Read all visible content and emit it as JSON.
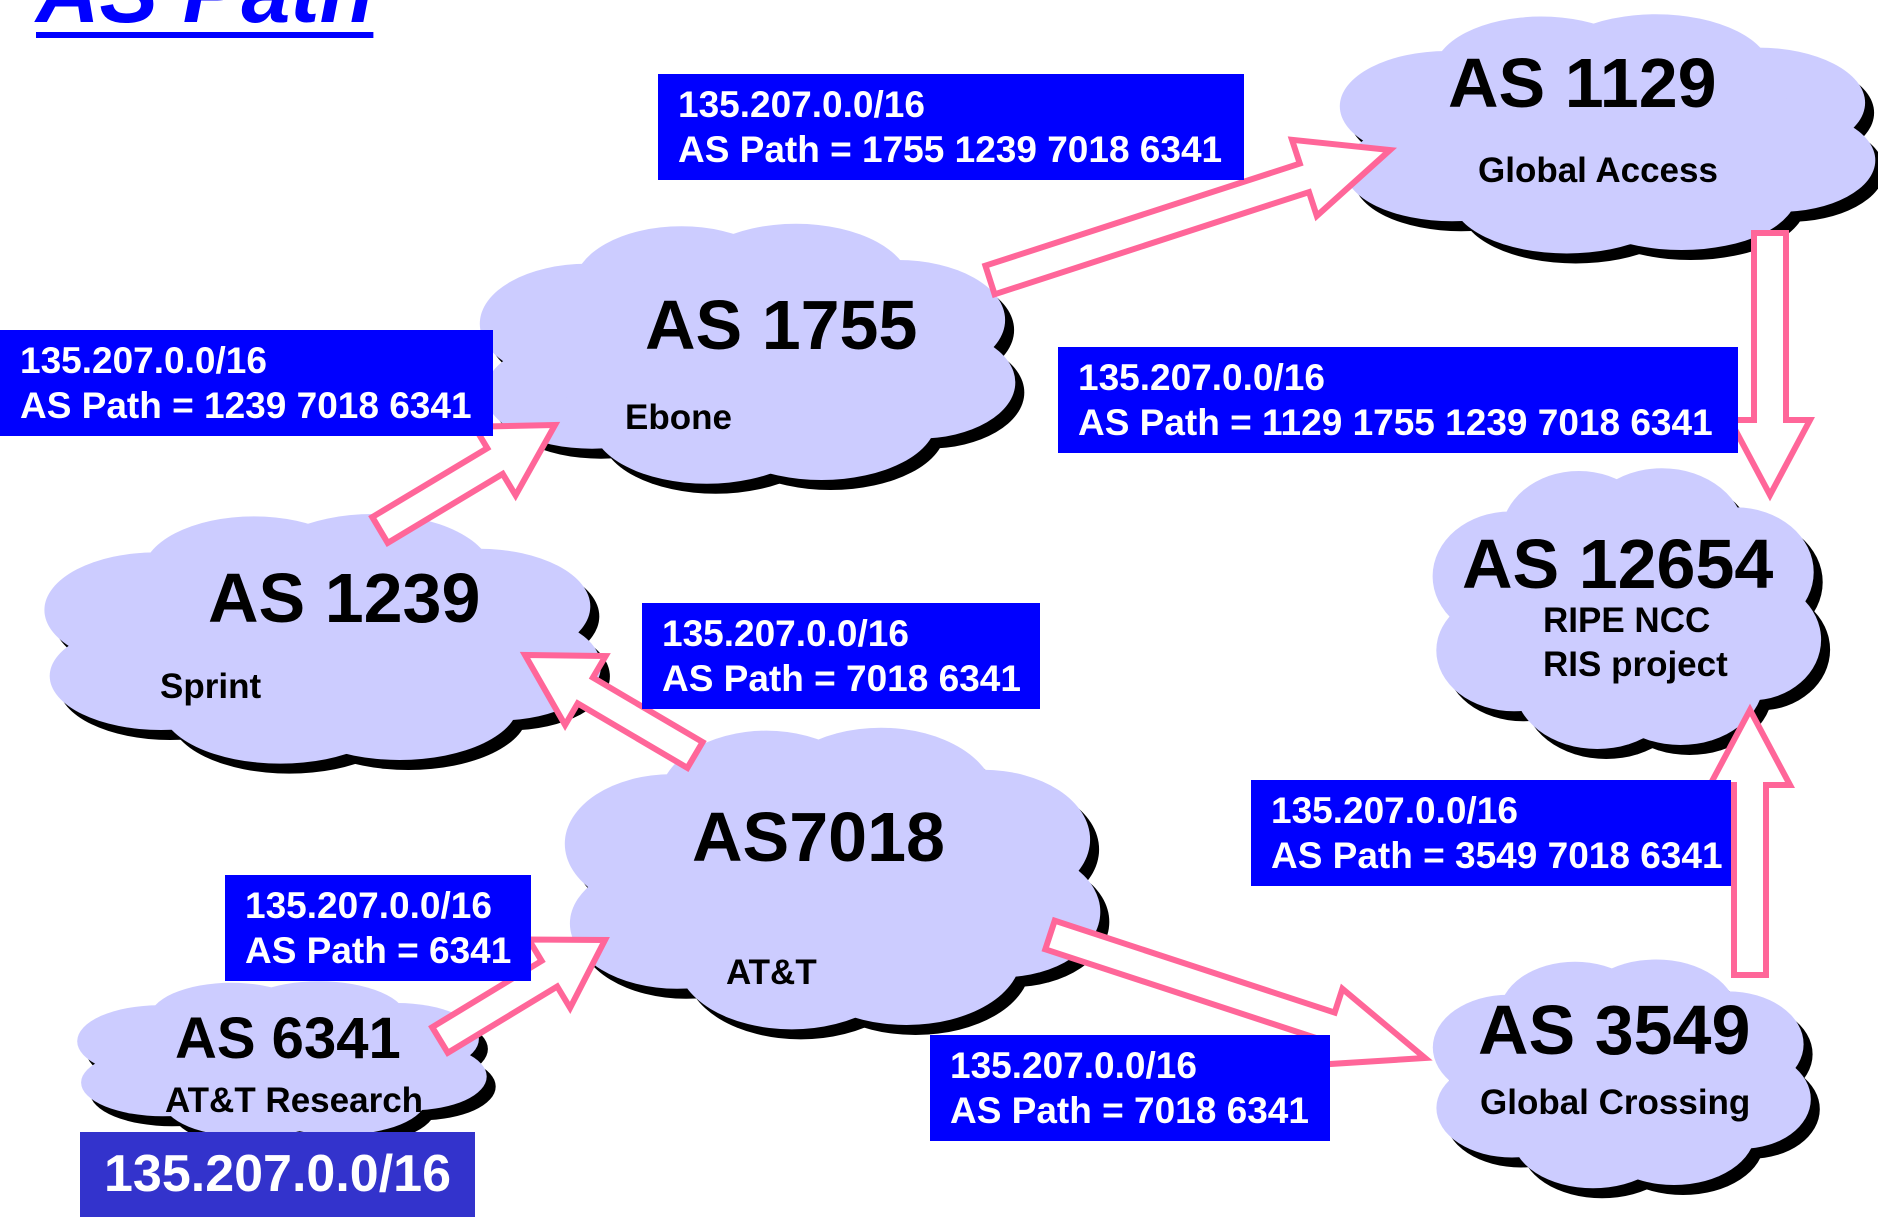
{
  "title": "AS Path",
  "colors": {
    "cloud_fill": "#ccccff",
    "arrow_stroke": "#ff6699",
    "box_fill": "#0000ff",
    "origin_fill": "#3333cc"
  },
  "nodes": {
    "as1129": {
      "name": "AS 1129",
      "org": "Global Access"
    },
    "as1755": {
      "name": "AS 1755",
      "org": "Ebone"
    },
    "as1239": {
      "name": "AS 1239",
      "org": "Sprint"
    },
    "as12654": {
      "name": "AS 12654",
      "org_line1": "RIPE NCC",
      "org_line2": "RIS project"
    },
    "as7018": {
      "name": "AS7018",
      "org": "AT&T"
    },
    "as6341": {
      "name": "AS 6341",
      "org": "AT&T Research"
    },
    "as3549": {
      "name": "AS 3549",
      "org": "Global Crossing"
    }
  },
  "announcements": {
    "to_1129": {
      "prefix": "135.207.0.0/16",
      "path": "AS Path = 1755 1239 7018 6341"
    },
    "to_1755": {
      "prefix": "135.207.0.0/16",
      "path": "AS Path = 1239 7018 6341"
    },
    "to_12654_top": {
      "prefix": "135.207.0.0/16",
      "path": "AS Path = 1129 1755 1239 7018 6341"
    },
    "to_1239": {
      "prefix": "135.207.0.0/16",
      "path": "AS Path = 7018 6341"
    },
    "to_12654_bottom": {
      "prefix": "135.207.0.0/16",
      "path": "AS Path = 3549 7018 6341"
    },
    "to_7018": {
      "prefix": "135.207.0.0/16",
      "path": "AS Path = 6341"
    },
    "to_3549": {
      "prefix": "135.207.0.0/16",
      "path": "AS Path = 7018 6341"
    }
  },
  "origin_prefix": "135.207.0.0/16"
}
